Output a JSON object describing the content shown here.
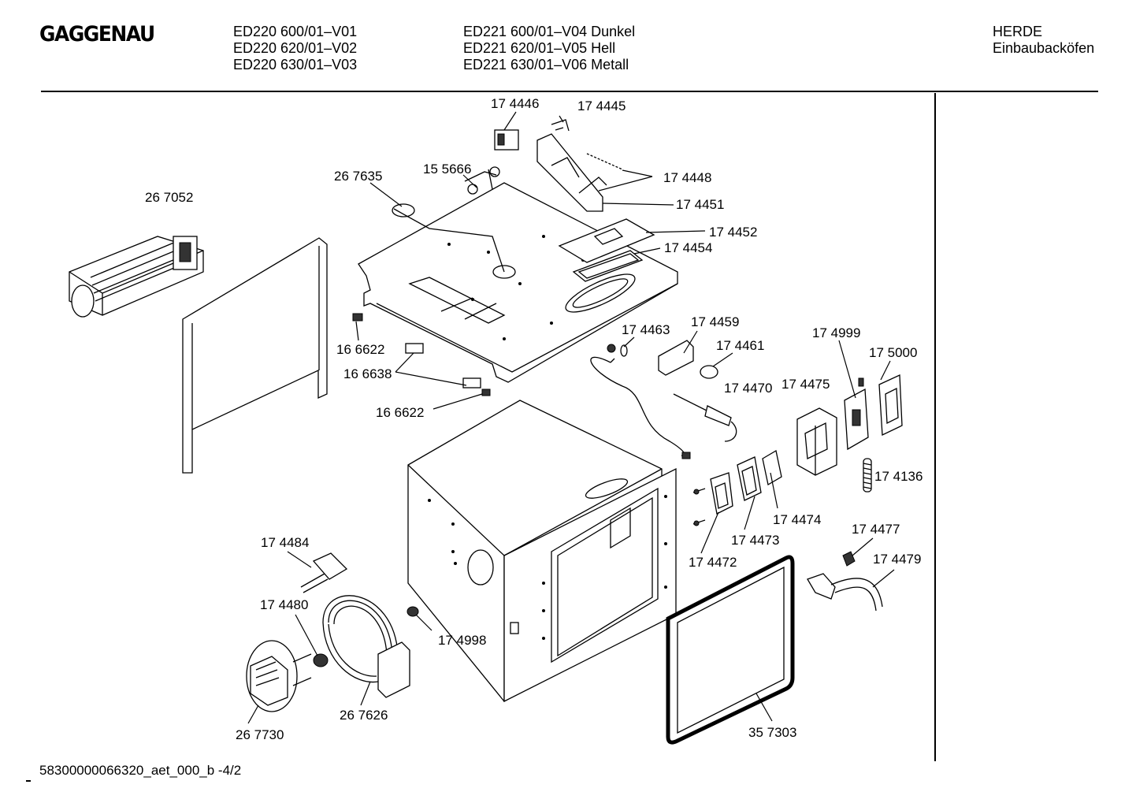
{
  "header": {
    "brand": "GAGGENAU",
    "models_left": [
      "ED220 600/01–V01",
      "ED220 620/01–V02",
      "ED220 630/01–V03"
    ],
    "models_right": [
      "ED221 600/01–V04 Dunkel",
      "ED221 620/01–V05 Hell",
      "ED221 630/01–V06 Metall"
    ],
    "category": [
      "HERDE",
      "Einbaubacköfen"
    ]
  },
  "parts": [
    "17 4446",
    "17 4445",
    "15 5666",
    "26 7635",
    "17 4448",
    "26 7052",
    "17 4451",
    "17 4452",
    "17 4454",
    "17 4463",
    "17 4459",
    "17 4461",
    "17 4999",
    "17 5000",
    "16 6622",
    "16 6638",
    "17 4470",
    "17 4475",
    "16 6622",
    "17 4136",
    "17 4474",
    "17 4484",
    "17 4473",
    "17 4477",
    "17 4472",
    "17 4479",
    "17 4480",
    "17 4998",
    "26 7626",
    "26 7730",
    "35 7303"
  ],
  "footer": {
    "code": "58300000066320_aet_000_b  -4/2"
  }
}
